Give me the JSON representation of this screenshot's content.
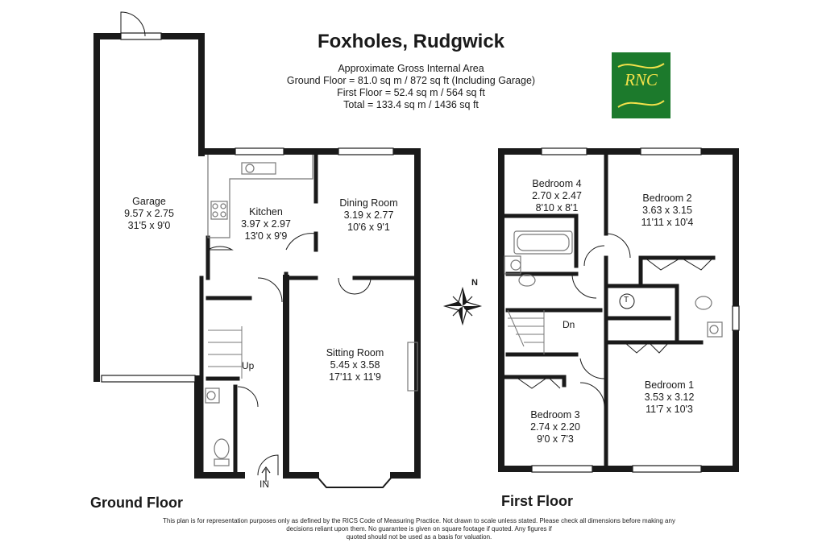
{
  "header": {
    "title": "Foxholes, Rudgwick",
    "area_heading": "Approximate Gross Internal Area",
    "ground_floor_area": "Ground Floor = 81.0 sq m / 872 sq ft (Including Garage)",
    "first_floor_area": "First Floor = 52.4 sq m / 564 sq ft",
    "total_area": "Total = 133.4 sq m / 1436 sq ft"
  },
  "logo": {
    "monogram": "RNC",
    "background": "#1c7a2c",
    "letter_color": "#f2e14a"
  },
  "ground_floor": {
    "label": "Ground Floor",
    "stairs_label": "Up",
    "entrance_label": "IN",
    "rooms": [
      {
        "name": "Garage",
        "metric": "9.57 x 2.75",
        "imperial": "31'5 x 9'0"
      },
      {
        "name": "Kitchen",
        "metric": "3.97 x 2.97",
        "imperial": "13'0 x 9'9"
      },
      {
        "name": "Dining Room",
        "metric": "3.19 x 2.77",
        "imperial": "10'6 x 9'1"
      },
      {
        "name": "Sitting Room",
        "metric": "5.45 x 3.58",
        "imperial": "17'11 x 11'9"
      }
    ]
  },
  "first_floor": {
    "label": "First Floor",
    "stairs_label": "Dn",
    "cupboard_label": "T",
    "rooms": [
      {
        "name": "Bedroom 4",
        "metric": "2.70 x 2.47",
        "imperial": "8'10 x 8'1"
      },
      {
        "name": "Bedroom 2",
        "metric": "3.63 x 3.15",
        "imperial": "11'11 x 10'4"
      },
      {
        "name": "Bedroom 1",
        "metric": "3.53 x 3.12",
        "imperial": "11'7 x 10'3"
      },
      {
        "name": "Bedroom 3",
        "metric": "2.74 x 2.20",
        "imperial": "9'0 x 7'3"
      }
    ]
  },
  "compass": {
    "north_label": "N",
    "icon": "compass-rose-icon"
  },
  "disclaimer": {
    "line1": "This plan is for representation purposes only as defined by the RICS Code of Measuring Practice. Not drawn to scale unless stated. Please check all dimensions before making any",
    "line2": "decisions reliant upon them. No guarantee is given on square footage if quoted. Any figures if",
    "line3": "quoted should not be used as a basis for valuation."
  },
  "colors": {
    "wall": "#1a1a1a",
    "fixture": "#777777"
  }
}
